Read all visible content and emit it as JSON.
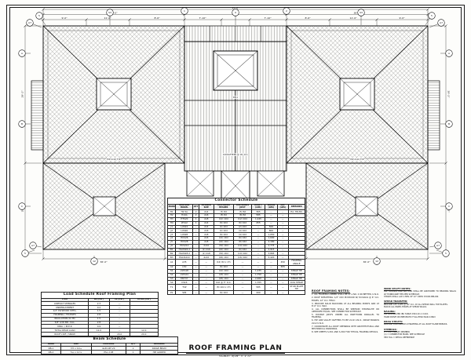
{
  "sheet": {
    "title": "ROOF FRAMING PLAN",
    "scale": "SCALE: 3/16\" = 1'-0\""
  },
  "plan": {
    "bubbles": [
      "5",
      "A7",
      "S3",
      "1",
      "9",
      "2",
      "S3",
      "5",
      "A7",
      "A",
      "B",
      "C",
      "A",
      "B",
      "C",
      "A7",
      "5",
      "A7",
      "5",
      "12",
      "12"
    ],
    "dims": [
      "36'-0\"",
      "21'-8\"",
      "36'-0\"",
      "9'-0\"",
      "11'-0\"",
      "8'-6\"",
      "7'-10\"",
      "7'-10\"",
      "8'-6\"",
      "11'-0\"",
      "9'-0\"",
      "29'-2\"",
      "19'-2\"",
      "29'-2\"",
      "19'-2\"",
      "36'-0\"",
      "21'-8\"",
      "36'-0\"",
      "93'-8\""
    ],
    "labels": [
      "RB-1",
      "HIP 2x10 TYP.",
      "HIP 2x10 TYP.",
      "2x8 RAFTERS @ 16\" O.C."
    ]
  },
  "connector_schedule": {
    "title": "Connector Schedule",
    "headers": [
      "MARK",
      "SIMPSON MODEL",
      "QTY",
      "MEMBER SIZE",
      "FASTENERS HEADER",
      "FASTENERS JOIST",
      "UPLIFT (LBS)",
      "DOWN (LBS)",
      "LAT. (LBS)",
      "REMARKS"
    ],
    "rows": [
      [
        "H1",
        "H2.5A",
        "2",
        "2x4",
        "(5) 8d",
        "(5) 8d",
        "365",
        "—",
        "—",
        "EA. TRUSS"
      ],
      [
        "H2",
        "H10A",
        "2",
        "2x6",
        "(8) 8d",
        "(8) 8d",
        "585",
        "—",
        "—",
        ""
      ],
      [
        "H3",
        "HTS20",
        "1",
        "2x8",
        "(12) 10d",
        "(12) 10d",
        "1,245",
        "—",
        "—",
        ""
      ],
      [
        "H4",
        "LTS12",
        "1",
        "2x4",
        "(6) 10d",
        "(6) 10d",
        "455",
        "—",
        "—",
        ""
      ],
      [
        "J1",
        "LUS24",
        "—",
        "2x4",
        "(4) 10d",
        "(2) 10d",
        "—",
        "500",
        "—",
        ""
      ],
      [
        "J2",
        "LUS26",
        "—",
        "2x6",
        "(4) 10d",
        "(4) 10d",
        "—",
        "800",
        "—",
        ""
      ],
      [
        "J3",
        "LUS28",
        "—",
        "2x8",
        "(6) 10d",
        "(4) 10d",
        "—",
        "1,050",
        "—",
        ""
      ],
      [
        "J4",
        "HUS26",
        "—",
        "2x6",
        "(14) 16d",
        "(6) 16d",
        "—",
        "1,690",
        "—",
        ""
      ],
      [
        "J5",
        "HUS28",
        "—",
        "2x8",
        "(22) 16d",
        "(8) 16d",
        "—",
        "2,180",
        "—",
        ""
      ],
      [
        "J6",
        "HUS210",
        "—",
        "2x10",
        "(30) 16d",
        "(10) 16d",
        "—",
        "2,775",
        "—",
        ""
      ],
      [
        "B1",
        "HGUS26-2",
        "—",
        "(2) 2x6",
        "(22) 16d",
        "(6) 16d",
        "—",
        "2,915",
        "—",
        ""
      ],
      [
        "B2",
        "HGUS28-2",
        "—",
        "(2) 2x8",
        "(30) 16d",
        "(10) 16d",
        "—",
        "3,865",
        "—",
        ""
      ],
      [
        "B3",
        "HGUS410",
        "—",
        "4x10",
        "(46) 16d",
        "(16) 16d",
        "—",
        "5,420",
        "—",
        ""
      ],
      [
        "A1",
        "A35",
        "—",
        "—",
        "(12) 8d x 1½",
        "—",
        "—",
        "—",
        "450",
        "FRAMING ANGLE"
      ],
      [
        "A2",
        "L50",
        "—",
        "—",
        "(6) 10d",
        "—",
        "—",
        "—",
        "655",
        ""
      ],
      [
        "S1",
        "LSTA18",
        "—",
        "—",
        "(12) 10d",
        "—",
        "1,235",
        "—",
        "—",
        "STRAP TIE"
      ],
      [
        "S2",
        "LSTA24",
        "—",
        "—",
        "(18) 10d",
        "—",
        "1,750",
        "—",
        "—",
        "STRAP TIE"
      ],
      [
        "S3",
        "MST37",
        "—",
        "—",
        "(26) 16d",
        "—",
        "2,460",
        "—",
        "—",
        "STRAP TIE"
      ],
      [
        "S4",
        "CS16",
        "—",
        "—",
        "10d @ 3\" O.C.",
        "—",
        "1,705",
        "—",
        "—",
        "COIL STRAP"
      ],
      [
        "T1",
        "TSP",
        "—",
        "—",
        "(8) 10d x 1½",
        "—",
        "585",
        "—",
        "—",
        "STUD PLATE TIE"
      ],
      [
        "P1",
        "SP4",
        "—",
        "—",
        "(6) 10d",
        "—",
        "490",
        "—",
        "—",
        ""
      ]
    ]
  },
  "load_schedule": {
    "title": "Load Schedule Roof Framing Plan",
    "headers": [
      "ITEM",
      "DL (PSF)",
      "LL (PSF)",
      "TOTAL (PSF)"
    ],
    "rows": [
      [
        "ASPHALT SHINGLES",
        "2.3",
        "—",
        ""
      ],
      [
        "UNDERLAYMENT",
        "0.2",
        "—",
        ""
      ],
      [
        "1/2\" PLYWOOD SHTG.",
        "1.5",
        "—",
        ""
      ],
      [
        "FRAMING / TRUSSES",
        "2.8",
        "—",
        ""
      ],
      [
        "INSULATION (R-38)",
        "1.5",
        "—",
        ""
      ],
      [
        "5/8\" GYP. BD. CLG.",
        "2.8",
        "—",
        ""
      ],
      [
        "MISC. / M.E.P.",
        "0.9",
        "—",
        ""
      ],
      [
        "TOTAL DEAD LOAD",
        "12.0",
        "—",
        "12.0"
      ],
      [
        "ROOF LIVE / SNOW",
        "—",
        "20.0",
        "20.0"
      ],
      [
        "TOTAL DESIGN LOAD",
        "—",
        "—",
        "32.0"
      ]
    ]
  },
  "beam_schedule": {
    "title": "Beam Schedule",
    "headers": [
      "MARK",
      "SIZE",
      "MATERIAL",
      "QTY",
      "REMARKS"
    ],
    "rows": [
      [
        "RB-1",
        "3½ x 11¼",
        "GLB 24F-V4",
        "2",
        "RIDGE BEAM"
      ],
      [
        "RB-2",
        "5¼ x 11⅞",
        "PSL 2.0E",
        "1",
        "HIP GIRDER"
      ]
    ]
  },
  "framing_notes": {
    "title": "ROOF FRAMING NOTES:",
    "items": [
      "ALL FRAMING LUMBER SHALL BE DF-L NO. 2 OR BETTER, U.N.O.",
      "ROOF SHEATHING: 1/2\" CDX PLYWOOD W/ 8d NAILS @ 6\" O.C. EDGES, 12\" O.C. FIELD.",
      "PROVIDE SOLID BLOCKING AT ALL BEARING POINTS AND AT 8'-0\" O.C. MAX.",
      "ALL CONNECTORS SHALL BE SIMPSON STRONG-TIE OR APPROVED EQUAL. SEE CONNECTOR SCHEDULE.",
      "DOUBLE JOISTS UNDER ALL PARTITIONS PARALLEL TO FRAMING.",
      "HIP AND VALLEY RAFTERS TO BE 2x10 U.N.O.; RIDGE BOARDS 2x12 U.N.O.",
      "COORDINATE ALL ROOF OPENINGS WITH ARCHITECTURAL AND MECHANICAL DRAWINGS.",
      "SEE SHEETS S-301 AND S-302 FOR TYPICAL FRAMING DETAILS."
    ]
  },
  "side_notes": {
    "blocks": [
      {
        "title": "WIND UPLIFT NOTES:",
        "lines": [
          "ALL TRUSSES AND RAFTERS SHALL BE ANCHORED TO BEARING WALLS W/ HURRICANE TIES PER SCHEDULE.",
          "STRAPS SHALL LAP A MIN. OF 12\" ONTO STUDS BELOW."
        ]
      },
      {
        "title": "SHEAR TRANSFER:",
        "lines": [
          "PROVIDE A35 CLIPS @ 16\" O.C. AT ALL SHEAR WALL TOP PLATES.",
          "BLOCK ALL PANEL EDGES AT SHEAR WALLS."
        ]
      },
      {
        "title": "NAILING:",
        "lines": [
          "ALL NAILING PER IBC TABLE 2304.10.1 U.N.O.",
          "HAND DRIVE OR PNEUMATIC FULL-HEAD NAILS ONLY."
        ]
      },
      {
        "title": "DRAG STRUTS:",
        "lines": [
          "PROVIDE CONTINUOUS STRAPPING AT ALL ROOF PLANE BREAKS."
        ],
        "": ""
      },
      {
        "title": "SYMBOLS:",
        "lines": [
          "X = HIP / VALLEY MEMBER",
          "(n) = CONNECTOR MARK, SEE SCHEDULE",
          "HEX TAG = DETAIL REFERENCE"
        ]
      }
    ]
  }
}
